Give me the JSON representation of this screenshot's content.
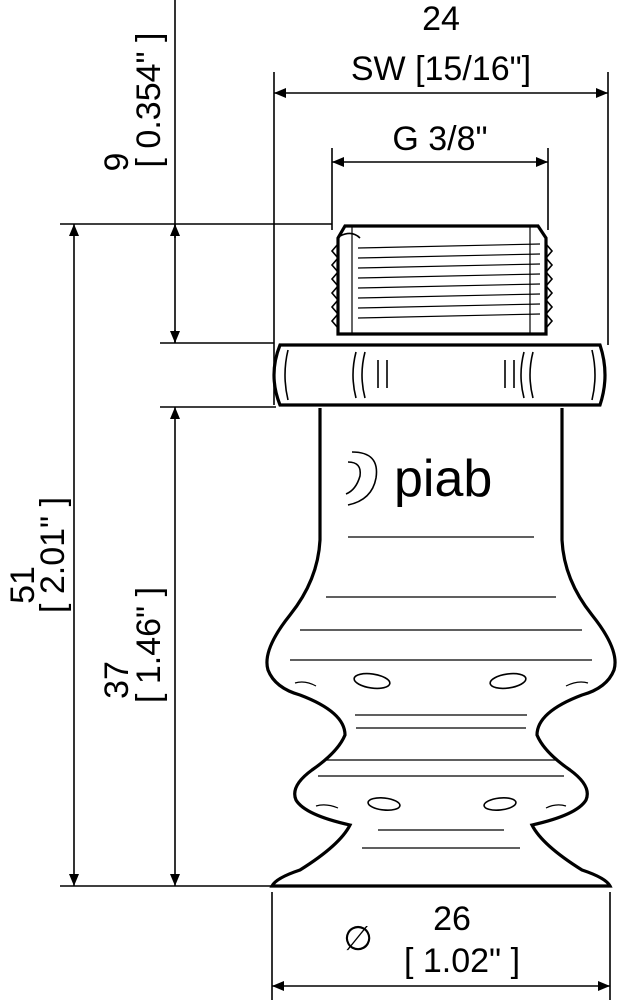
{
  "drawing": {
    "width_top": "24",
    "width_top_sub": "SW [15/16\"]",
    "thread": "G 3/8\"",
    "height_thread": "9",
    "height_thread_sub": "[ 0.354\" ]",
    "height_total": "51",
    "height_total_sub": "[ 2.01\" ]",
    "height_bellows": "37",
    "height_bellows_sub": "[ 1.46\" ]",
    "diameter_symbol": "∅",
    "diameter": "26",
    "diameter_sub": "[ 1.02\" ]",
    "brand": "piab"
  }
}
